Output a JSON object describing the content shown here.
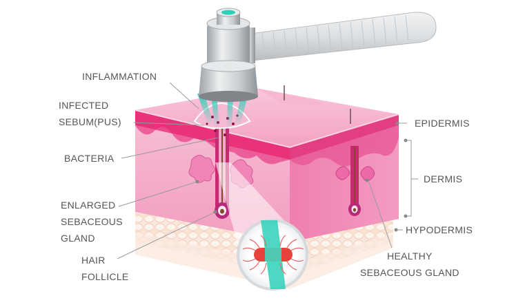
{
  "colors": {
    "label_text": "#555555",
    "leader_line": "#9a9a9a",
    "epidermis_pink": "#e8337a",
    "dermis_pink": "#f7a8c8",
    "hypodermis_beige": "#f6d9c7",
    "device_gray": "#cfd2d4",
    "light_teal": "#2fd0b8",
    "sebum_red": "#e8433a"
  },
  "labels": {
    "inflammation": "INFLAMMATION",
    "infected_sebum": "INFECTED\nSEBUM(PUS)",
    "bacteria": "BACTERIA",
    "enlarged_gland": "ENLARGED\nSEBACEOUS\nGLAND",
    "hair_follicle": "HAIR\nFOLLICLE",
    "epidermis": "EPIDERMIS",
    "dermis": "DERMIS",
    "hypodermis": "HYPODERMIS",
    "healthy_gland": "HEALTHY\nSEBACEOUS GLAND"
  },
  "icons": {
    "device": "light-therapy-handpiece-icon",
    "magnifier": "magnified-sebum-icon"
  }
}
